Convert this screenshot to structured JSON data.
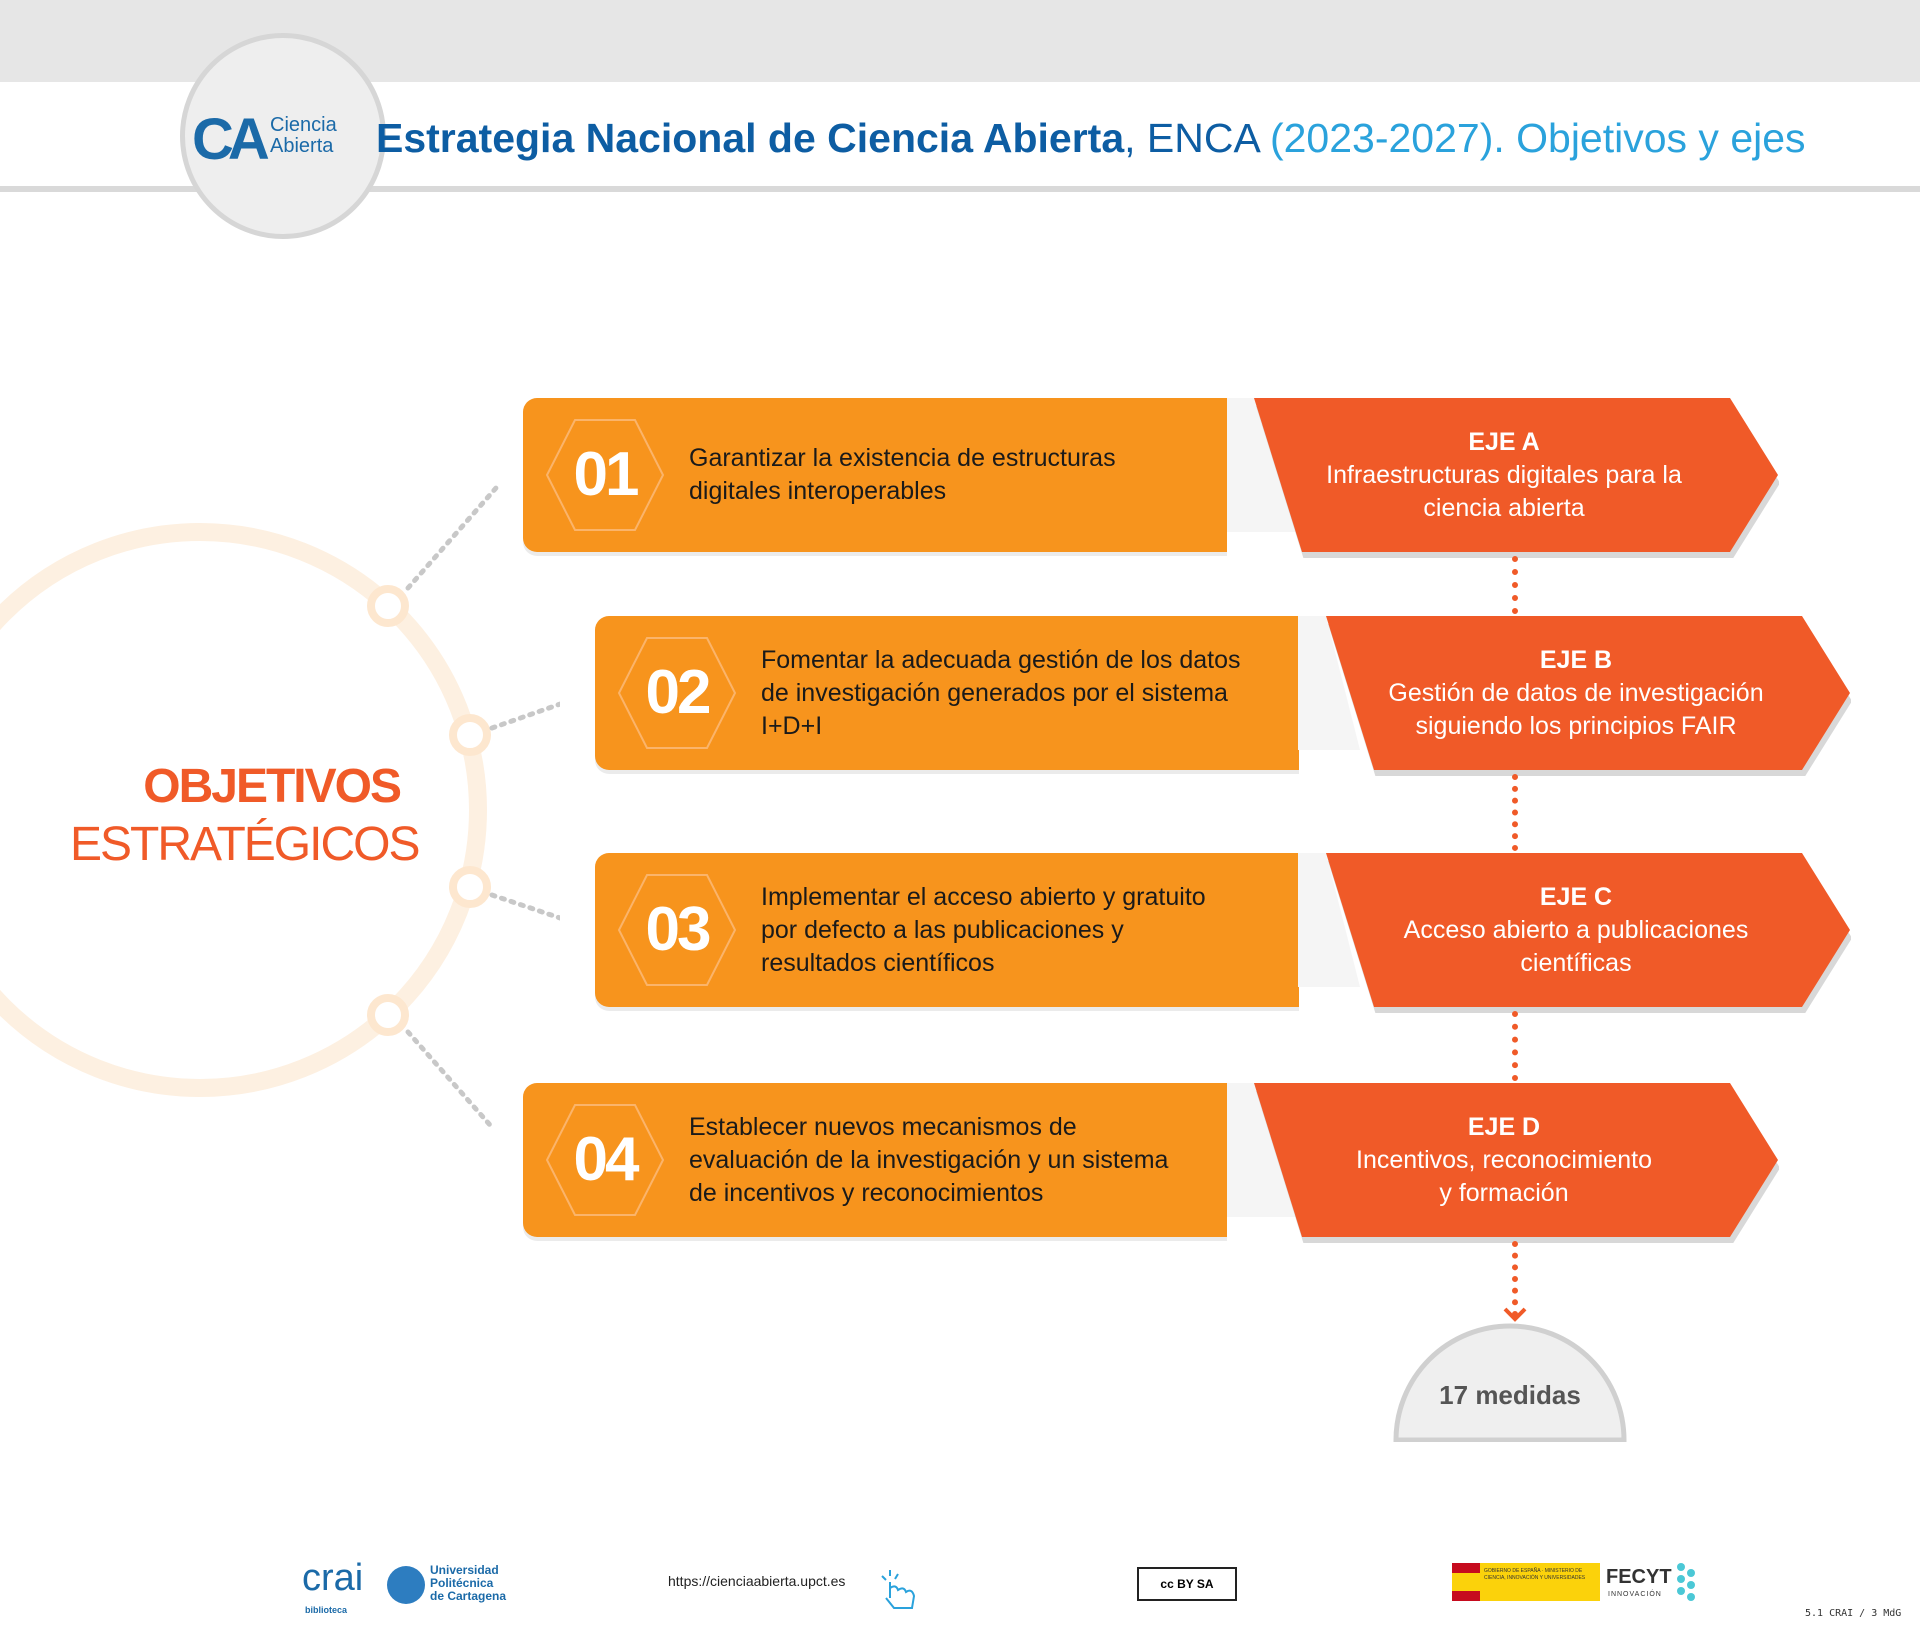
{
  "header": {
    "title_bold": "Estrategia Nacional de Ciencia Abierta",
    "title_mid": ", ENCA",
    "title_light": " (2023-2027). Objetivos y ejes",
    "logo_line1": "Ciencia",
    "logo_line2": "Abierta",
    "logo_mark": "CA"
  },
  "objetivos_label": {
    "line1": "OBJETIVOS",
    "line2": "ESTRATÉGICOS"
  },
  "objectives": [
    {
      "number": "01",
      "text": "Garantizar la existencia de estructuras digitales interoperables"
    },
    {
      "number": "02",
      "text": "Fomentar la adecuada gestión de los datos de investigación generados por el sistema I+D+I"
    },
    {
      "number": "03",
      "text": "Implementar el acceso abierto y gratuito por defecto a las publicaciones y resultados científicos"
    },
    {
      "number": "04",
      "text": "Establecer nuevos mecanismos de evaluación de la investigación y un sistema de incentivos y reconocimientos"
    }
  ],
  "ejes": [
    {
      "title": "EJE A",
      "line1": "Infraestructuras digitales para la",
      "line2": "ciencia abierta"
    },
    {
      "title": "EJE B",
      "line1": "Gestión de datos de investigación",
      "line2": "siguiendo los principios FAIR"
    },
    {
      "title": "EJE C",
      "line1": "Acceso abierto a publicaciones",
      "line2": "científicas"
    },
    {
      "title": "EJE D",
      "line1": "Incentivos, reconocimiento",
      "line2": "y formación"
    }
  ],
  "medidas": "17 medidas",
  "footer": {
    "crai": "crai",
    "crai_sub": "biblioteca",
    "upct_line1": "Universidad",
    "upct_line2": "Politécnica",
    "upct_line3": "de Cartagena",
    "url": "https://cienciaabierta.upct.es",
    "cc": "cc BY SA",
    "gob_text": "GOBIERNO DE ESPAÑA · MINISTERIO DE CIENCIA, INNOVACIÓN Y UNIVERSIDADES",
    "fecyt": "FECYT",
    "fecyt_sub": "INNOVACIÓN",
    "version": "5.1 CRAI / 3 MdG"
  },
  "colors": {
    "orange": "#f7941d",
    "red": "#f05a28",
    "blue": "#0d5da3",
    "lightblue": "#2aa2dc"
  }
}
